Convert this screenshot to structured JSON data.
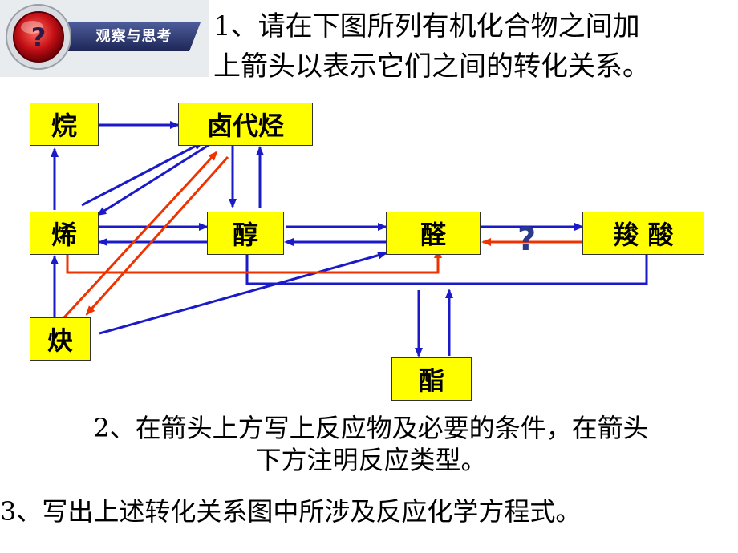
{
  "header": {
    "badge_label": "观察与思考",
    "question1_line1": "1、请在下图所列有机化合物之间加",
    "question1_line2": "上箭头以表示它们之间的转化关系。"
  },
  "nodes": {
    "alkane": "烷",
    "haloalkane": "卤代烃",
    "alkene": "烯",
    "alcohol": "醇",
    "aldehyde": "醛",
    "carboxylic_acid": "羧 酸",
    "alkyne": "炔",
    "ester": "酯"
  },
  "unknown_marker": "?",
  "questions": {
    "q2_line1": "2、在箭头上方写上反应物及必要的条件，在箭头",
    "q2_line2": "下方注明反应类型。",
    "q3": "3、写出上述转化关系图中所涉及反应化学方程式。"
  },
  "colors": {
    "box_fill": "#ffff00",
    "blue_arrow": "#1a1ac8",
    "red_arrow": "#ee3300",
    "badge_bg": "#2c3a70"
  }
}
